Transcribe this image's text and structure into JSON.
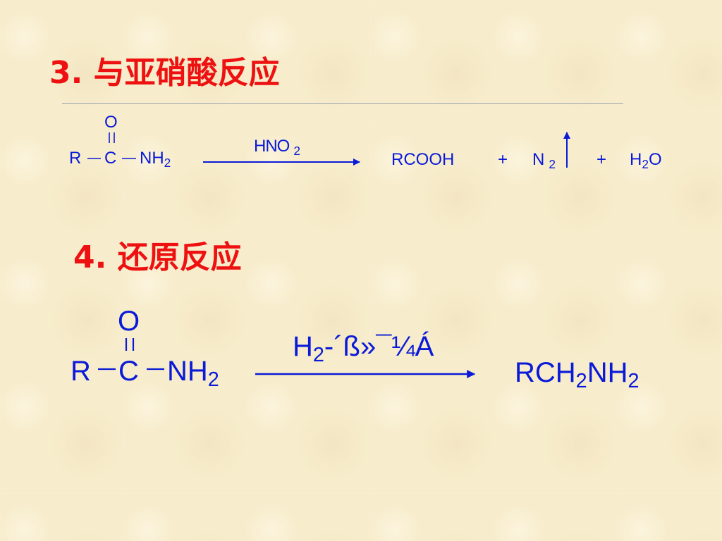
{
  "section3": {
    "title": "3. 与亚硝酸反应",
    "reactant": {
      "o": "O",
      "r": "R",
      "c": "C",
      "n": "NH",
      "n_sub": "2"
    },
    "reagent": {
      "text": "HNO",
      "sub": "2"
    },
    "products": {
      "p1": "RCOOH",
      "plus1": "+",
      "p2": "N",
      "p2_sub": "2",
      "plus2": "+",
      "p3_h": "H",
      "p3_sub": "2",
      "p3_o": "O"
    }
  },
  "section4": {
    "title": "4. 还原反应",
    "reactant": {
      "o": "O",
      "r": "R",
      "c": "C",
      "n": "NH",
      "n_sub": "2"
    },
    "reagent": {
      "h": "H",
      "sub": "2",
      "rest": "-´ß»¯¼Á"
    },
    "product": {
      "a": "RCH",
      "a_sub": "2",
      "b": "NH",
      "b_sub": "2"
    }
  },
  "colors": {
    "heading": "#ee1111",
    "formula": "#0a1ad8",
    "background": "#f7eccb"
  }
}
